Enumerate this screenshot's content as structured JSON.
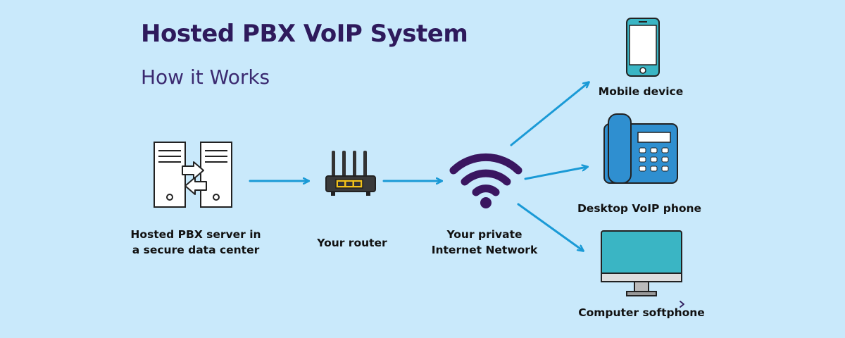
{
  "header": {
    "title": "Hosted PBX VoIP System",
    "subtitle": "How it Works"
  },
  "nodes": {
    "server": {
      "line1": "Hosted PBX server in",
      "line2": "a secure data center",
      "icon": "server-icon"
    },
    "router": {
      "label": "Your router",
      "icon": "router-icon"
    },
    "network": {
      "line1": "Your private",
      "line2": "Internet Network",
      "icon": "wifi-icon"
    },
    "mobile": {
      "label": "Mobile device",
      "icon": "mobile-phone-icon"
    },
    "desk_phone": {
      "label": "Desktop VoIP phone",
      "icon": "desk-phone-icon"
    },
    "softphone": {
      "label": "Computer softphone",
      "icon": "monitor-icon"
    }
  },
  "colors": {
    "background": "#c9e9fb",
    "arrow": "#1a9ad6",
    "title": "#2e1a5c",
    "device_teal": "#3ab5c4",
    "phone_blue": "#2f8fd0",
    "wifi_purple": "#3a1660"
  }
}
